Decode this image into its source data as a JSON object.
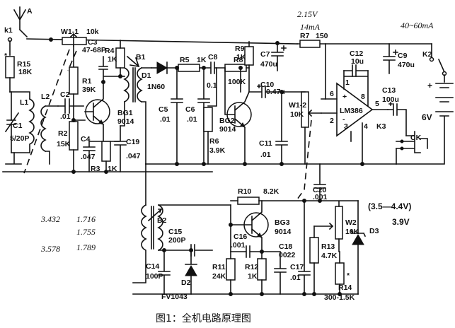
{
  "caption": "图1：全机电路原理图",
  "notes": {
    "n1": "2.15V",
    "n2": "14mA",
    "n3": "40~60mA",
    "n4": "(3.5—4.4V)",
    "n5": "3.9V",
    "h1a": "3.432",
    "h1b": "1.716",
    "h2": "1.755",
    "h3a": "3.578",
    "h3b": "1.789"
  },
  "labels": {
    "ant": "A",
    "k1": "k1",
    "w1_1": "W1-1",
    "w1_1v": "10k",
    "r15": "R15",
    "r15v": "18K",
    "star1": "*",
    "l1": "L1",
    "l2": "L2",
    "c1": "C1",
    "c1v": "5/20P",
    "c2": "C2",
    "c2v": ".01",
    "r1": "R1",
    "r1v": "39K",
    "r2": "R2",
    "r2v": "15K",
    "r3": "R3",
    "r3v": "1K",
    "c4": "C4",
    "c4v": ".047",
    "c19": "C19",
    "c19v": ".047",
    "c3": "C3",
    "c3v": "47-68P",
    "r4": "R4",
    "r4v": "1K",
    "bg1": "BG1",
    "bg1v": "9014",
    "b1": "B1",
    "d1": "D1",
    "d1v": "1N60",
    "c5": "C5",
    "c5v": ".01",
    "r5": "R5",
    "r5v": "1K",
    "c6": "C6",
    "c6v": ".01",
    "c8": "C8",
    "c8v": "0.1",
    "r6": "R6",
    "r6v": "3.9K",
    "r9": "R9",
    "r9v": "1K",
    "r8": "R8",
    "r8v": "100K",
    "bg2": "BG2",
    "bg2v": "9014",
    "c7": "C7",
    "c7v": "470u",
    "r7": "R7",
    "r7v": "150",
    "c10": "C10",
    "c10v": "0.47u",
    "c11": "C11",
    "c11v": ".01",
    "w1_2": "W1-2",
    "w1_2v": "10K",
    "c12": "C12",
    "c12v": "10u",
    "c9": "C9",
    "c9v": "470u",
    "ic": "LM386",
    "c13": "C13",
    "c13v": "100u",
    "k2": "K2",
    "k3": "K3",
    "ck": "CK",
    "batt": "6V",
    "b2": "B2",
    "c15": "C15",
    "c15v": "200P",
    "c14": "C14",
    "c14v": "100P",
    "d2": "D2",
    "fv": "FV1043",
    "r10": "R10",
    "r10v": "8.2K",
    "bg3": "BG3",
    "bg3v": "9014",
    "c16": "C16",
    "c16v": ".001",
    "c18": "C18",
    "c18v": "0022",
    "r11": "R11",
    "r11v": "24K",
    "r12": "R12",
    "r12v": "1K",
    "c17": "C17",
    "c17v": ".01",
    "c20": "C20",
    "c20v": ".001",
    "w2": "W2",
    "w2v": "10K",
    "r13": "R13",
    "r13v": "4.7K",
    "star2": "*",
    "r14": "R14",
    "r14v": "300-1.5K",
    "d3": "D3",
    "pin6": "6",
    "pin2": "2",
    "pin3": "3",
    "pin4": "4",
    "pin5": "5",
    "pin1": "1",
    "pin8": "8",
    "plus1": "+",
    "minus1": "-",
    "plus2": "+",
    "plus3": "+",
    "plus4": "+"
  }
}
